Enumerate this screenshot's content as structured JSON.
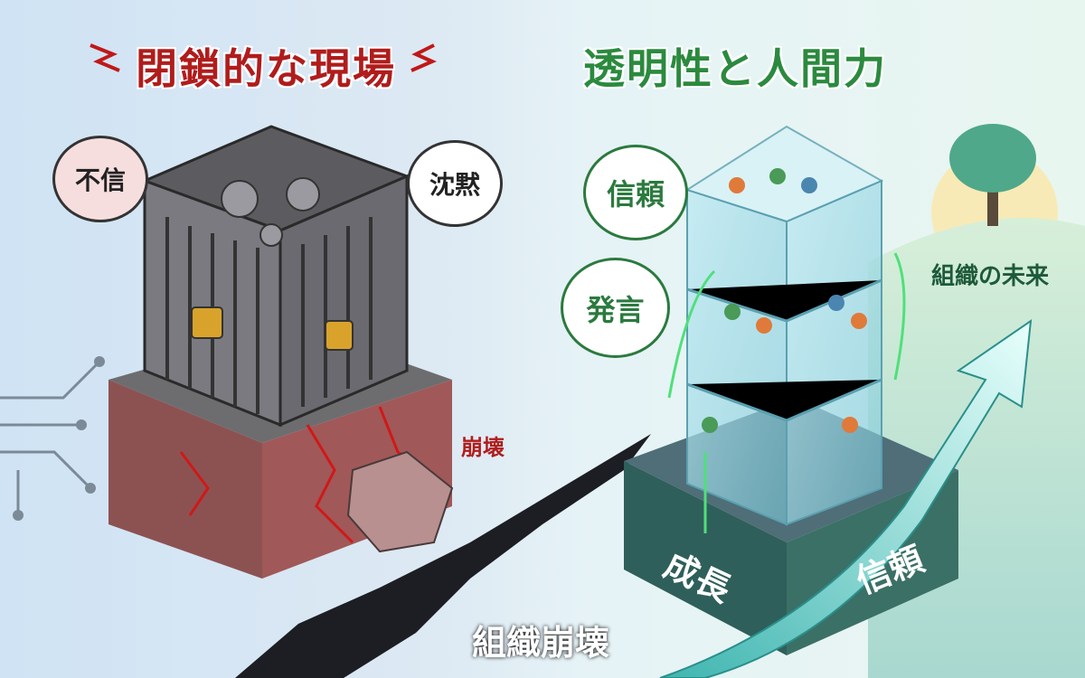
{
  "left": {
    "title": "閉鎖的な現場",
    "bubbles": [
      "不信",
      "沈黙"
    ],
    "collapse_label": "崩壊",
    "bottom_label": "組織崩壊"
  },
  "right": {
    "title": "透明性と人間力",
    "bubbles": [
      "信頼",
      "発言"
    ],
    "future_label": "組織の未来",
    "base_labels": [
      "成長",
      "信頼"
    ]
  },
  "colors": {
    "red": "#b01c1c",
    "green": "#2b8a3e",
    "arrow": "#c9f2ee"
  }
}
